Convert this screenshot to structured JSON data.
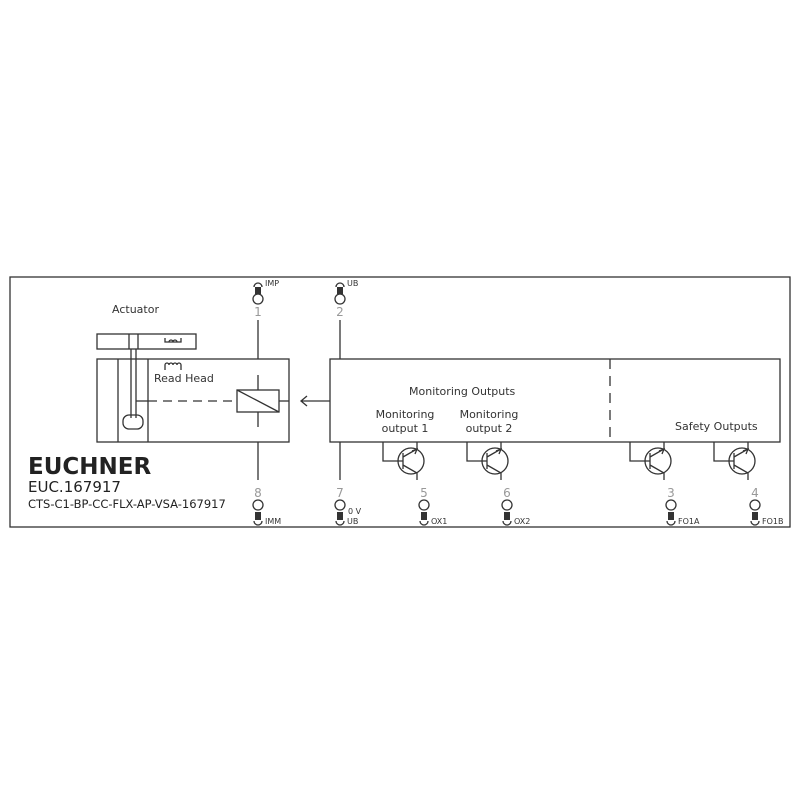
{
  "brand": "EUCHNER",
  "order_no": "EUC.167917",
  "model": "CTS-C1-BP-CC-FLX-AP-VSA-167917",
  "labels": {
    "actuator": "Actuator",
    "read_head": "Read Head",
    "monitoring_outputs": "Monitoring Outputs",
    "mo1_a": "Monitoring",
    "mo1_b": "output 1",
    "mo2_a": "Monitoring",
    "mo2_b": "output 2",
    "safety_outputs": "Safety Outputs"
  },
  "pins": {
    "p1": {
      "num": "1",
      "label": "IMP"
    },
    "p2": {
      "num": "2",
      "label": "UB"
    },
    "p8": {
      "num": "8",
      "label": "IMM"
    },
    "p7": {
      "num": "7",
      "label": "UB",
      "extra": "0 V"
    },
    "p5": {
      "num": "5",
      "label": "OX1"
    },
    "p6": {
      "num": "6",
      "label": "OX2"
    },
    "p3": {
      "num": "3",
      "label": "FO1A"
    },
    "p4": {
      "num": "4",
      "label": "FO1B"
    }
  }
}
